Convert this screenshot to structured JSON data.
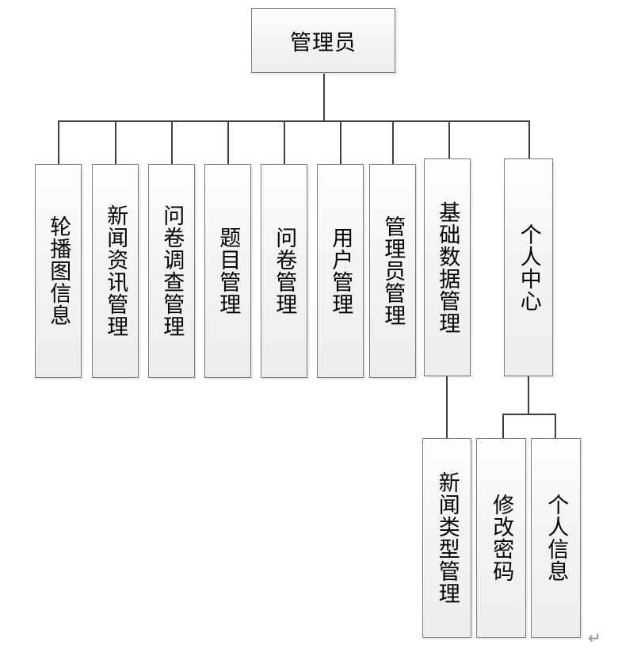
{
  "diagram": {
    "type": "organization-chart",
    "title_node": "管理员",
    "root": {
      "label": "管理员"
    },
    "level2": [
      {
        "label": "轮播图信息"
      },
      {
        "label": "新闻资讯管理"
      },
      {
        "label": "问卷调查管理"
      },
      {
        "label": "题目管理"
      },
      {
        "label": "问卷管理"
      },
      {
        "label": "用户管理"
      },
      {
        "label": "管理员管理"
      },
      {
        "label": "基础数据管理"
      },
      {
        "label": "个人中心"
      }
    ],
    "level3": [
      {
        "label": "新闻类型管理",
        "parent": "基础数据管理"
      },
      {
        "label": "修改密码",
        "parent": "个人中心"
      },
      {
        "label": "个人信息",
        "parent": "个人中心"
      }
    ],
    "marks": {
      "paragraph_mark": "↵"
    },
    "colors": {
      "line": "#3f3f3f",
      "box_border": "#7b7b7b",
      "box_fill": "#f2f2f2",
      "text": "#000000",
      "paragraph_mark": "#8c8c8c",
      "background": "#ffffff"
    }
  }
}
